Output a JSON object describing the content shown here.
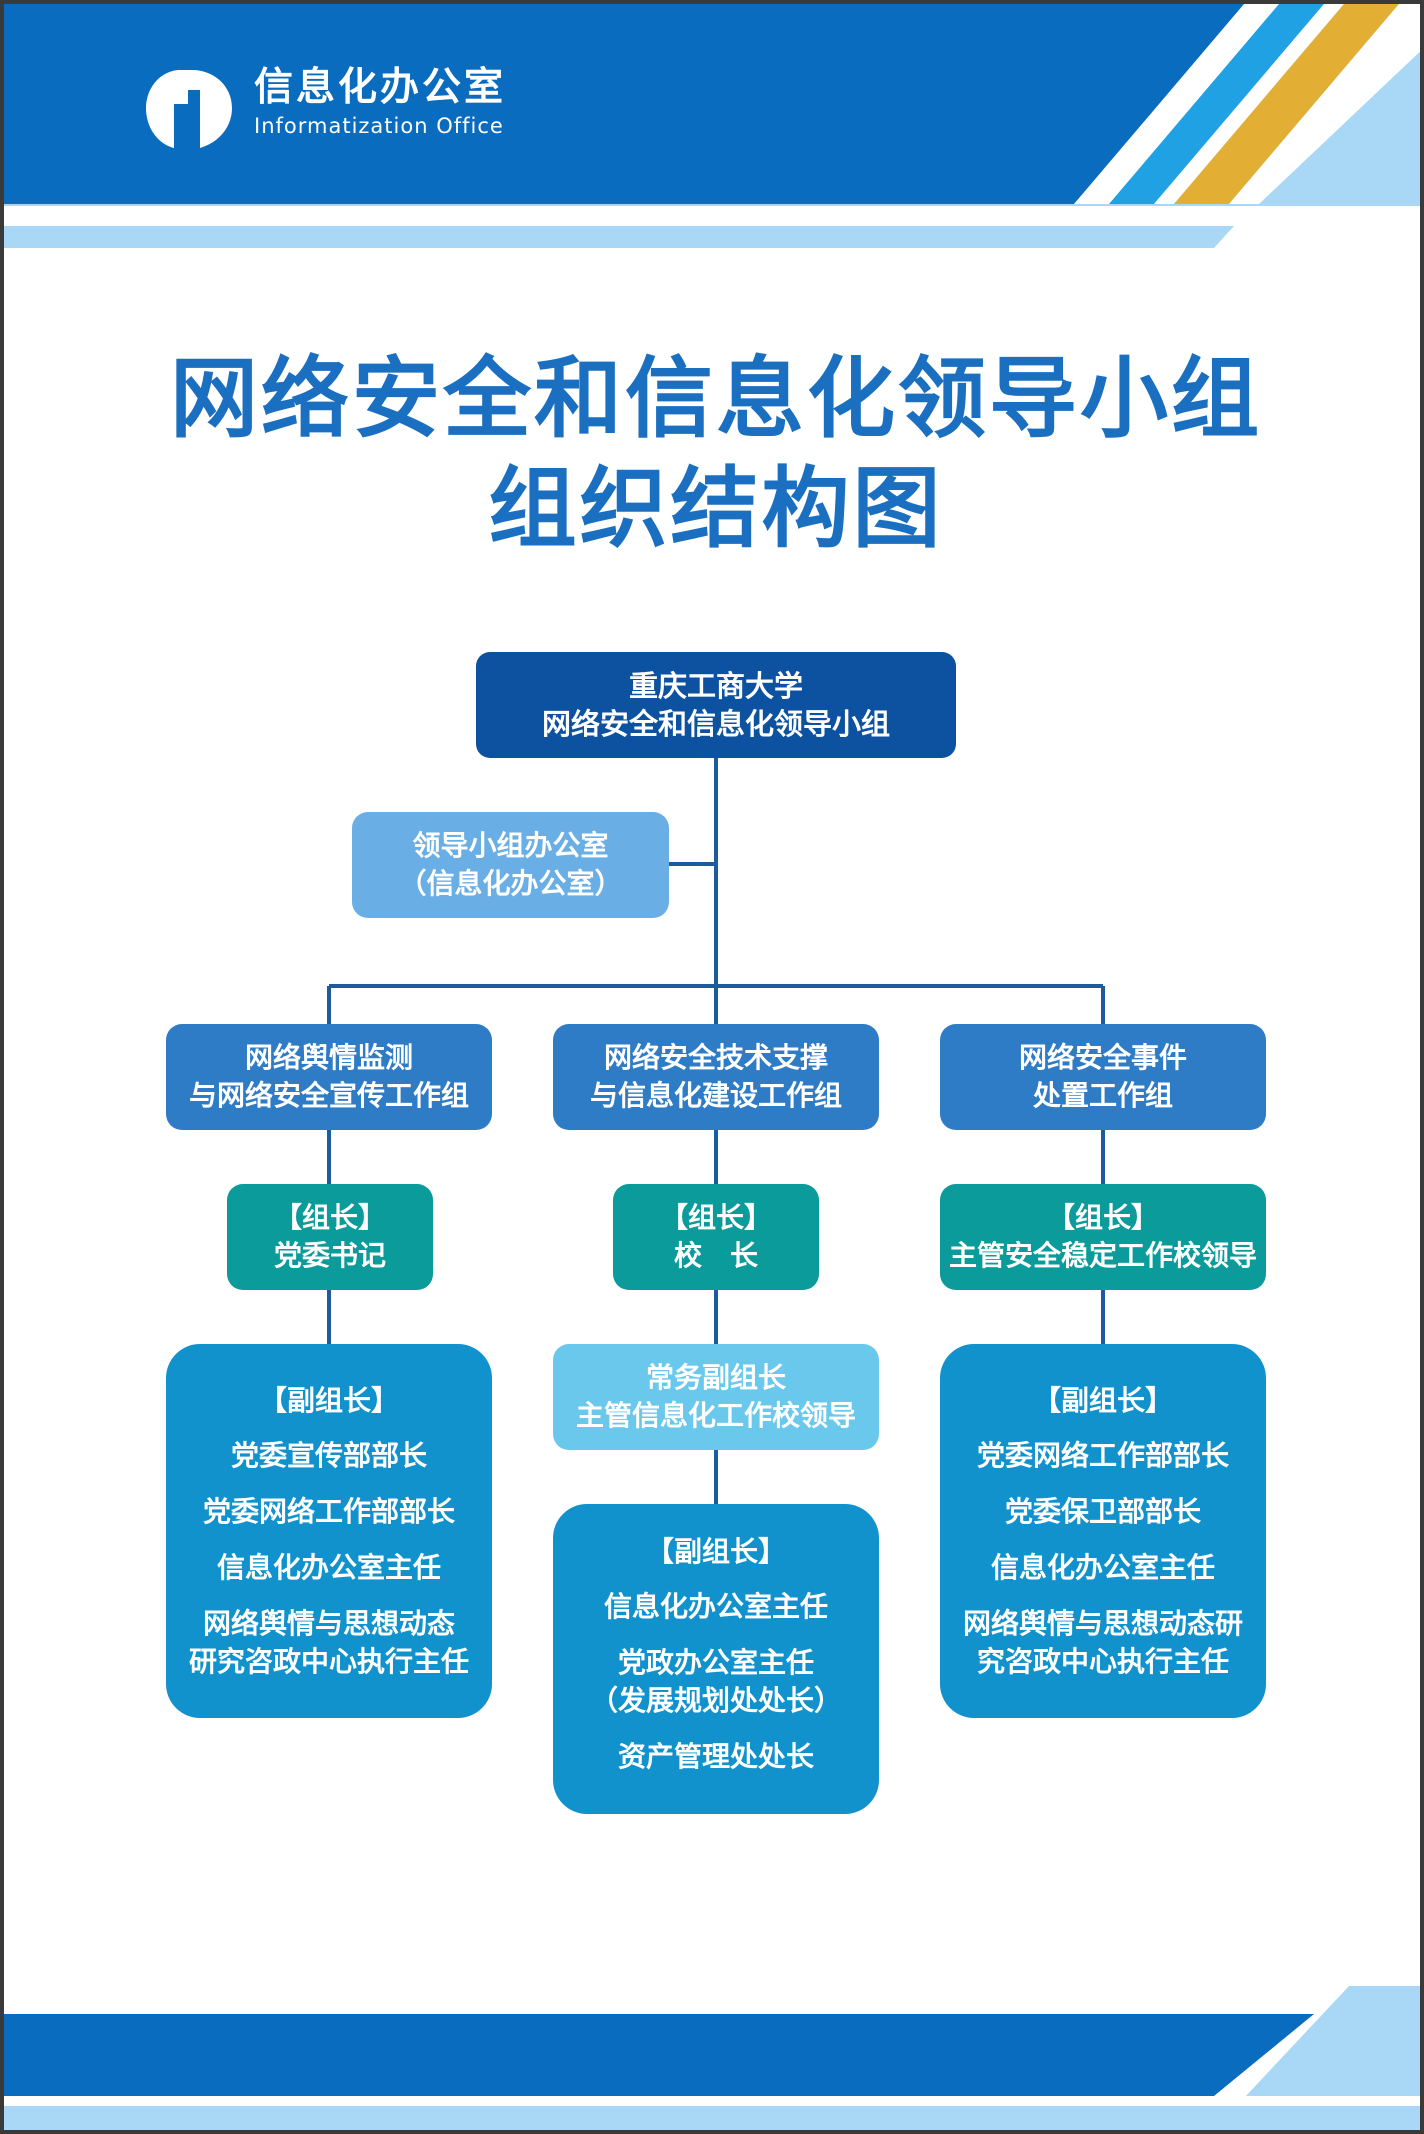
{
  "header": {
    "logo_name": "信息化办公室",
    "logo_name_en": "Informatization Office"
  },
  "title": {
    "line1": "网络安全和信息化领导小组",
    "line2": "组织结构图"
  },
  "org": {
    "root": {
      "line1": "重庆工商大学",
      "line2": "网络安全和信息化领导小组"
    },
    "office": {
      "line1": "领导小组办公室",
      "line2": "（信息化办公室）"
    },
    "groups": [
      {
        "name_line1": "网络舆情监测",
        "name_line2": "与网络安全宣传工作组",
        "leader_title": "【组长】",
        "leader": "党委书记",
        "deputy_title": "【副组长】",
        "deputies": [
          "党委宣传部部长",
          "党委网络工作部部长",
          "信息化办公室主任",
          "网络舆情与思想动态",
          "研究咨政中心执行主任"
        ]
      },
      {
        "name_line1": "网络安全技术支撑",
        "name_line2": "与信息化建设工作组",
        "leader_title": "【组长】",
        "leader": "校　长",
        "exec_line1": "常务副组长",
        "exec_line2": "主管信息化工作校领导",
        "deputy_title": "【副组长】",
        "deputies": [
          "信息化办公室主任",
          "党政办公室主任",
          "（发展规划处处长）",
          "资产管理处处长"
        ]
      },
      {
        "name_line1": "网络安全事件",
        "name_line2": "处置工作组",
        "leader_title": "【组长】",
        "leader": "主管安全稳定工作校领导",
        "deputy_title": "【副组长】",
        "deputies": [
          "党委网络工作部部长",
          "党委保卫部部长",
          "信息化办公室主任",
          "网络舆情与思想动态研",
          "究咨政中心执行主任"
        ]
      }
    ]
  },
  "colors": {
    "brand_blue": "#0a6cbf",
    "light_blue": "#a8d8f5",
    "accent_gold": "#e2ae33",
    "title_blue": "#1a6fc0",
    "box_dark": "#0d52a0",
    "box_teal": "#0b9b9a",
    "box_deep": "#1192cd"
  },
  "icons": {
    "logo": "info-i-logo-icon"
  }
}
